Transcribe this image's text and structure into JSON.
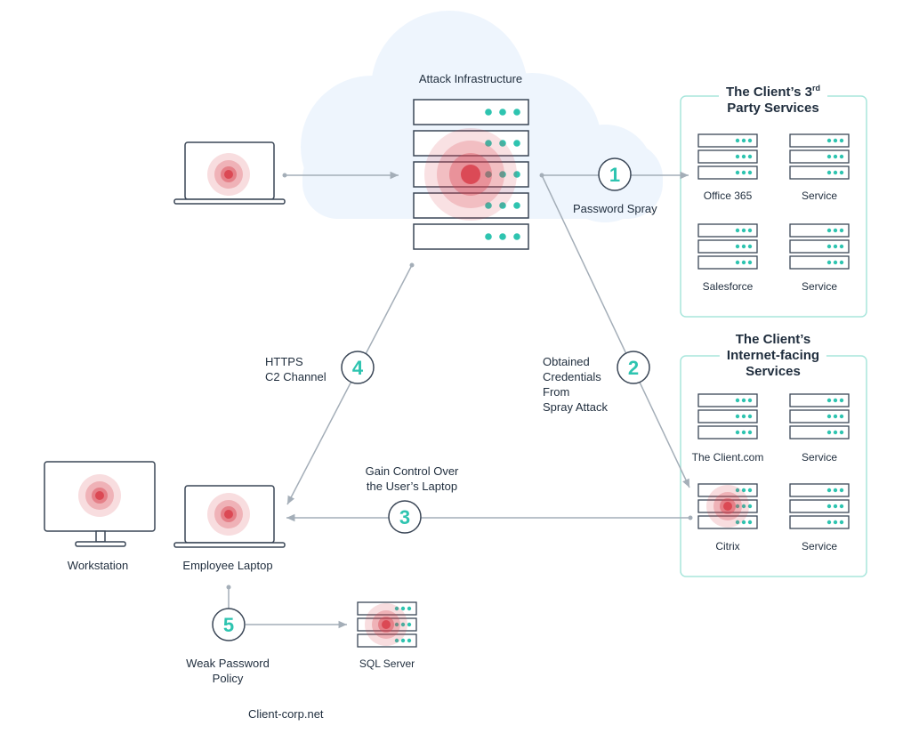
{
  "colors": {
    "accent": "#2ec4b0",
    "box_border": "#a8e6dc",
    "line": "#a4aeb8",
    "cloud": "#eef5fd",
    "target": "#d9434f",
    "stroke": "#3a4656"
  },
  "attack_infrastructure": {
    "label": "Attack Infrastructure"
  },
  "third_party": {
    "title_line1": "The Client’s 3",
    "title_sup": "rd",
    "title_line2": "Party Services",
    "services": [
      "Office 365",
      "Service",
      "Salesforce",
      "Service"
    ]
  },
  "internet_facing": {
    "title_line1": "The Client’s",
    "title_line2": "Internet-facing",
    "title_line3": "Services",
    "services": [
      "The Client.com",
      "Service",
      "Citrix",
      "Service"
    ]
  },
  "steps": [
    {
      "number": "1",
      "label_lines": [
        "Password Spray"
      ]
    },
    {
      "number": "2",
      "label_lines": [
        "Obtained",
        "Credentials",
        "From",
        "Spray Attack"
      ]
    },
    {
      "number": "3",
      "label_lines": [
        "Gain Control Over",
        "the User’s Laptop"
      ]
    },
    {
      "number": "4",
      "label_lines": [
        "HTTPS",
        "C2 Channel"
      ]
    },
    {
      "number": "5",
      "label_lines": [
        "Weak Password",
        "Policy"
      ]
    }
  ],
  "nodes": {
    "workstation": "Workstation",
    "employee_laptop": "Employee Laptop",
    "sql_server": "SQL Server",
    "network": "Client-corp.net"
  }
}
